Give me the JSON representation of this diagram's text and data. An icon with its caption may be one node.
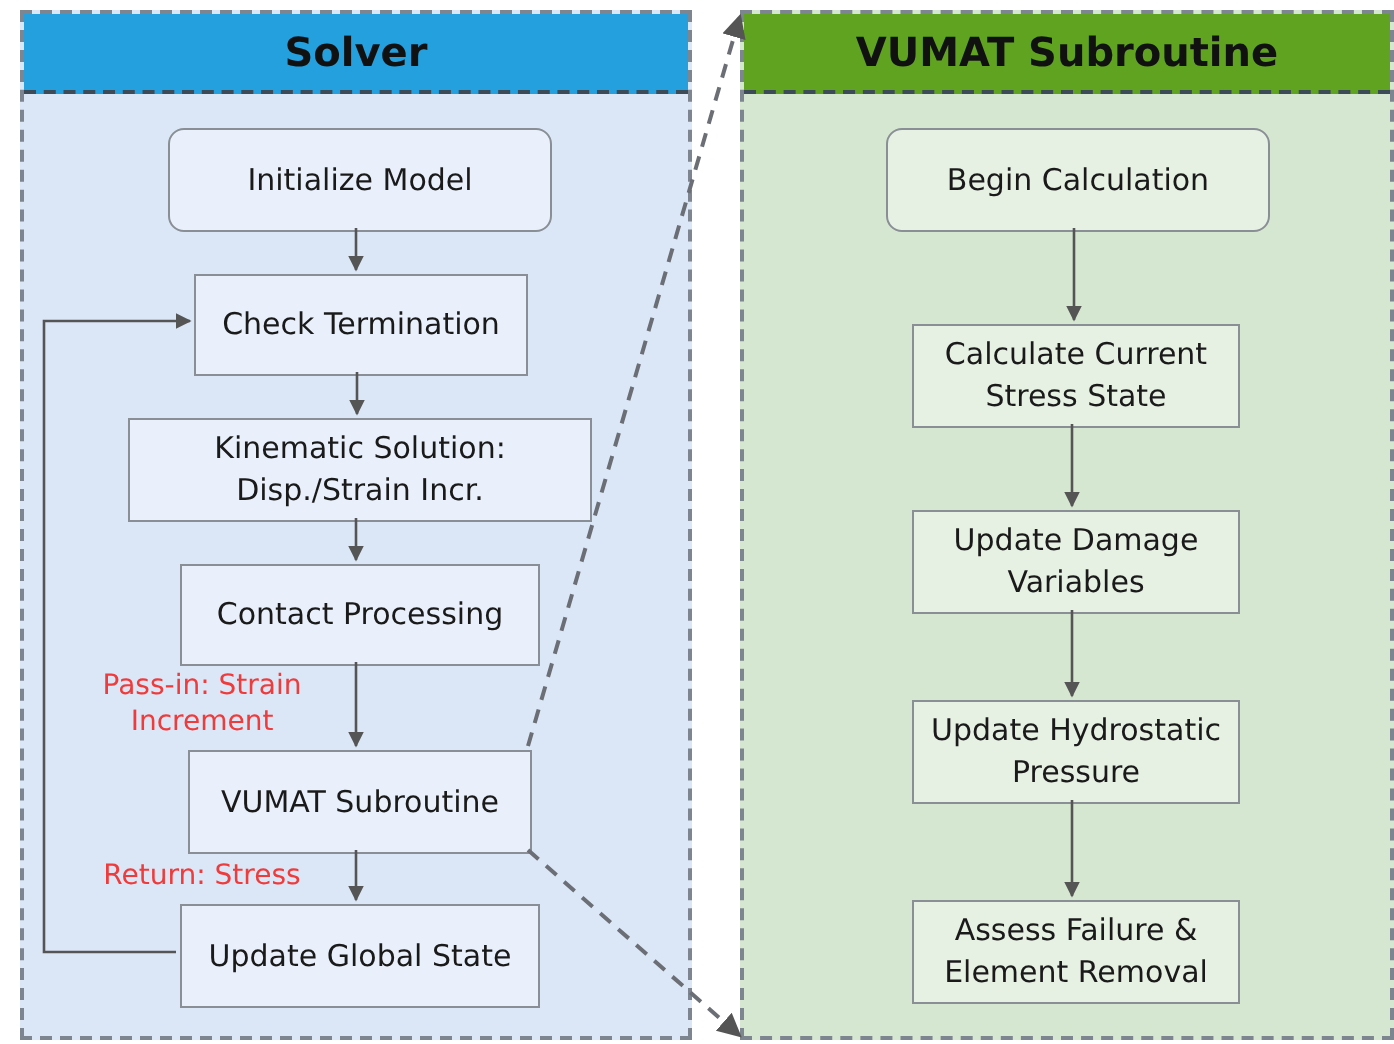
{
  "diagram": {
    "nodes": [
      {
        "text": [
          "Solver"
        ]
      },
      {
        "text": [
          "Initialize Model"
        ],
        "in": 0
      },
      {
        "text": [
          "Check Termination"
        ],
        "in": 0
      },
      {
        "text": [
          "Kinematic Solution: Disp./Strain Incr."
        ],
        "in": 0
      },
      {
        "text": [
          "Contact Processing"
        ],
        "in": 0
      },
      {
        "text": [
          "VUMAT Subroutine"
        ],
        "in": 0
      },
      {
        "text": [
          "Update Global State"
        ],
        "in": 0
      },
      {
        "text": [
          "VUMAT Subroutine"
        ]
      },
      {
        "text": [
          "Begin Calculation"
        ],
        "in": 7
      },
      {
        "text": [
          "Calculate Current Stress State"
        ],
        "in": 7
      },
      {
        "text": [
          "Update Damage Variables"
        ],
        "in": 7
      },
      {
        "text": [
          "Update Hydrostatic Pressure"
        ],
        "in": 7
      },
      {
        "text": [
          "Assess Failure & Element Removal"
        ],
        "in": 7
      }
    ],
    "edges": [
      {
        "from": 1,
        "to": 2,
        "arrow": "to"
      },
      {
        "from": 2,
        "to": 3,
        "arrow": "to"
      },
      {
        "from": 3,
        "to": 4,
        "arrow": "to"
      },
      {
        "from": 4,
        "to": 5,
        "arrow": "to",
        "label": "Pass-in: Strain Increment"
      },
      {
        "from": 5,
        "to": 6,
        "arrow": "to",
        "label": "Return: Stress"
      },
      {
        "from": 6,
        "to": 2,
        "arrow": "to"
      },
      {
        "from": 5,
        "to": 7,
        "arrow": "to",
        "style": "dashed"
      },
      {
        "from": 5,
        "to": 7,
        "arrow": "to",
        "style": "dashed"
      },
      {
        "from": 8,
        "to": 9,
        "arrow": "to"
      },
      {
        "from": 9,
        "to": 10,
        "arrow": "to"
      },
      {
        "from": 10,
        "to": 11,
        "arrow": "to"
      },
      {
        "from": 11,
        "to": 12,
        "arrow": "to"
      }
    ]
  }
}
